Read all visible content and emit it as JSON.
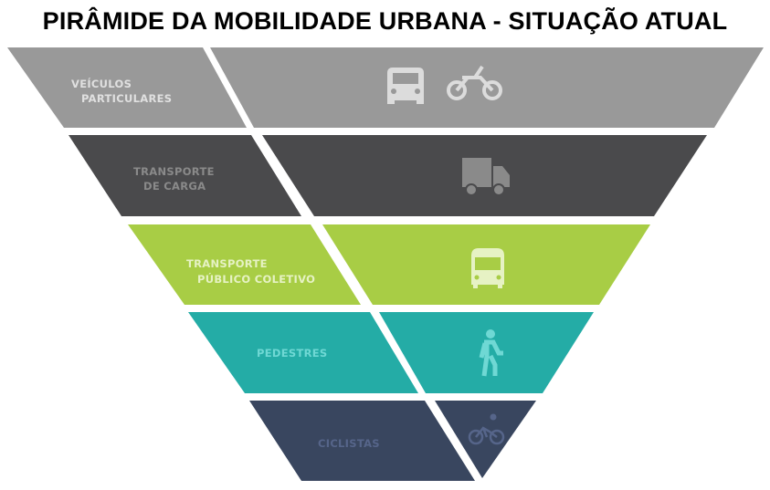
{
  "title": "PIRÂMIDE DA MOBILIDADE URBANA - SITUAÇÃO ATUAL",
  "levels": [
    {
      "label_lines": [
        "VEÍCULOS",
        "PARTICULARES"
      ],
      "icons": [
        "car-icon",
        "motorcycle-icon"
      ],
      "color": "#999999",
      "text_color": "#e0e0e0"
    },
    {
      "label_lines": [
        "TRANSPORTE",
        "DE CARGA"
      ],
      "icons": [
        "truck-icon"
      ],
      "color": "#4a4a4c",
      "text_color": "#8a8a8a"
    },
    {
      "label_lines": [
        "TRANSPORTE",
        "PÚBLICO COLETIVO"
      ],
      "icons": [
        "bus-icon"
      ],
      "color": "#a8cd45",
      "text_color": "#e6f2c4"
    },
    {
      "label_lines": [
        "PEDESTRES"
      ],
      "icons": [
        "pedestrian-icon"
      ],
      "color": "#24aca6",
      "text_color": "#6fd8d4"
    },
    {
      "label_lines": [
        "CICLISTAS"
      ],
      "icons": [
        "cyclist-icon"
      ],
      "color": "#39465f",
      "text_color": "#56658a"
    }
  ]
}
